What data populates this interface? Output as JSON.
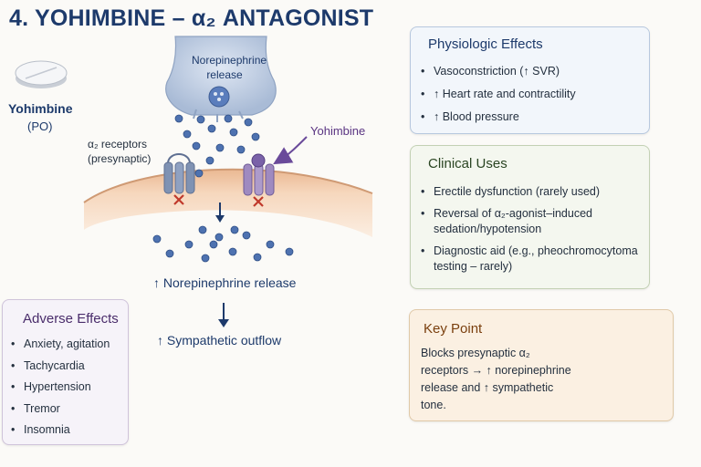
{
  "title": "4. YOHIMBINE – α₂ ANTAGONIST",
  "drug": {
    "name": "Yohimbine",
    "route": "(PO)"
  },
  "diagram": {
    "ne_release_label": "Norepinephrine release",
    "receptor_label": "α₂ receptors (presynaptic)",
    "yohimbine_label": "Yohimbine",
    "outcome_1": "↑ Norepinephrine release",
    "outcome_2": "↑ Sympathetic outflow"
  },
  "physiologic_effects": {
    "title": "Physiologic Effects",
    "items": [
      "Vasoconstriction (↑ SVR)",
      "↑ Heart rate and contractility",
      "↑ Blood pressure"
    ]
  },
  "clinical_uses": {
    "title": "Clinical Uses",
    "items": [
      "Erectile dysfunction (rarely used)",
      "Reversal of α₂-agonist–induced sedation/hypotension",
      "Diagnostic aid (e.g., pheochromocytoma testing – rarely)"
    ]
  },
  "adverse_effects": {
    "title": "Adverse Effects",
    "items": [
      "Anxiety, agitation",
      "Tachycardia",
      "Hypertension",
      "Tremor",
      "Insomnia"
    ]
  },
  "key_point": {
    "title": "Key Point",
    "text": "Blocks presynaptic α₂ receptors → ↑ norepinephrine release and ↑ sympathetic tone."
  },
  "colors": {
    "title": "#1d3a6b",
    "nerve_terminal": "#b8c8df",
    "vesicle": "#4e72b0",
    "membrane": "#f3d2b4",
    "receptor": "#7f92b3",
    "yohimbine_receptor": "#9f8ac0",
    "block_mark": "#c0392b",
    "yohimbine_arrow": "#6a4a9a"
  }
}
